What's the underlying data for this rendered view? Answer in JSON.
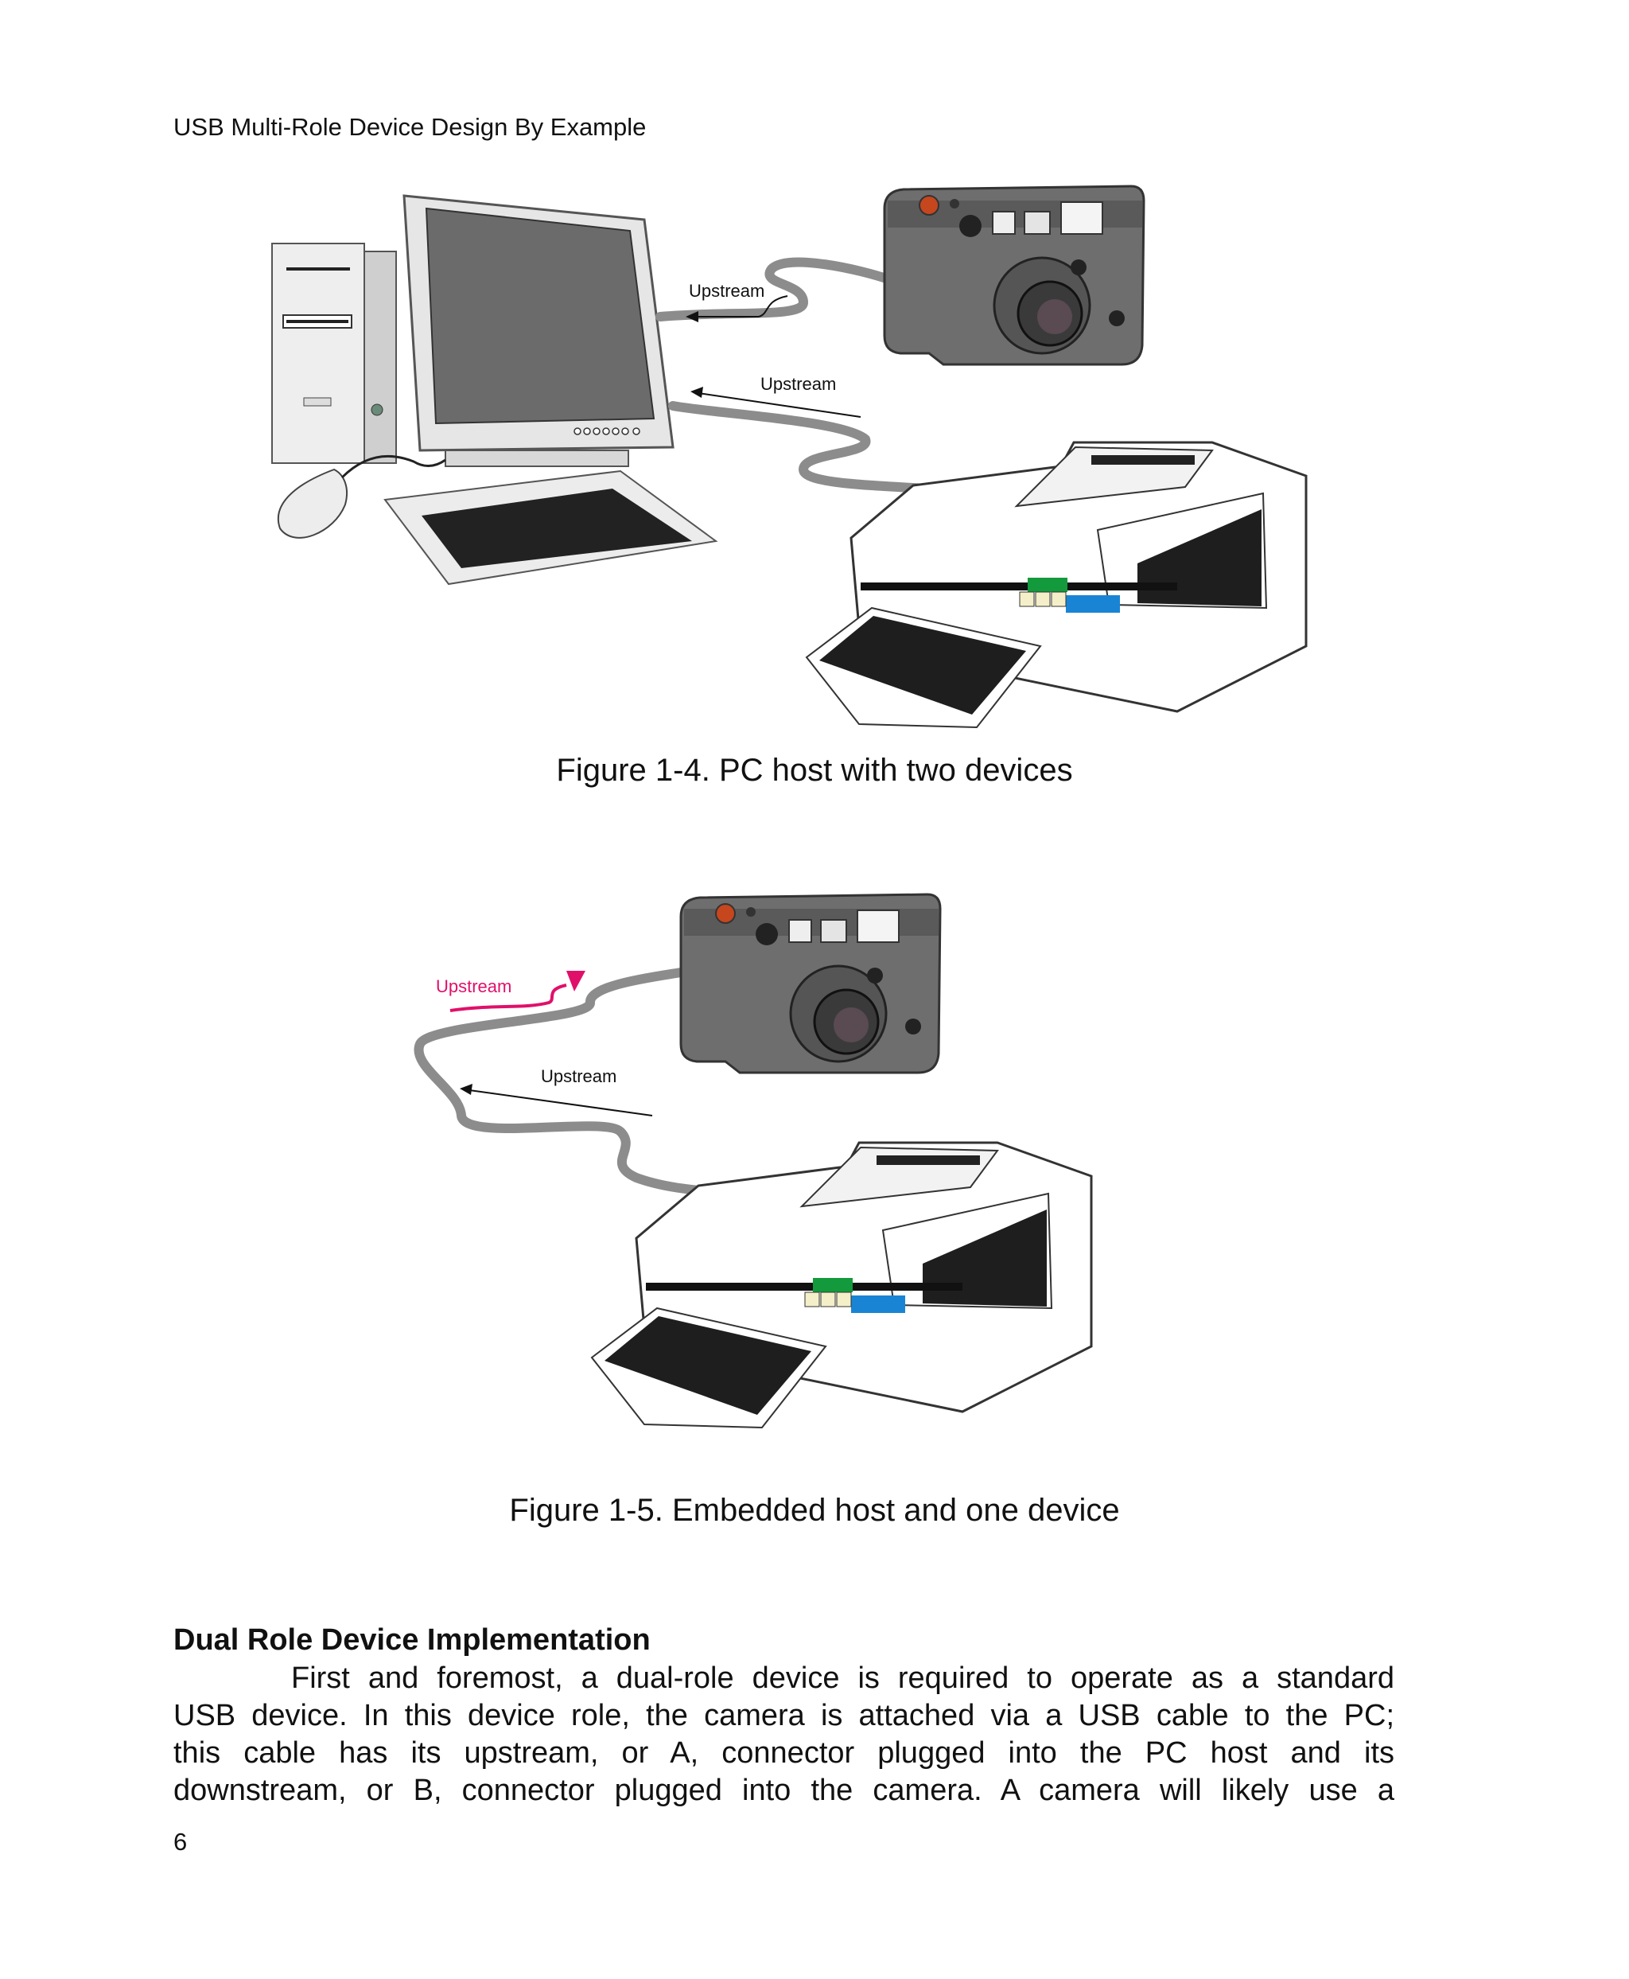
{
  "header": {
    "running_title": "USB Multi-Role Device Design By Example"
  },
  "figures": [
    {
      "caption": "Figure 1-4.  PC host with two devices",
      "labels": [
        "Upstream",
        "Upstream"
      ]
    },
    {
      "caption": "Figure 1-5.  Embedded host and one device",
      "labels": [
        "Upstream",
        "Upstream"
      ],
      "highlight_color": "#e0106a"
    }
  ],
  "section": {
    "heading": "Dual Role Device Implementation",
    "lines": [
      "First and foremost, a dual-role device is required to operate as a standard",
      "USB device.  In this device role, the camera is attached via a USB cable to the PC;",
      "this cable has its upstream, or A, connector plugged into the PC host and its",
      "downstream, or B, connector plugged into the camera.  A camera will likely use a"
    ]
  },
  "footer": {
    "page_number": "6"
  }
}
